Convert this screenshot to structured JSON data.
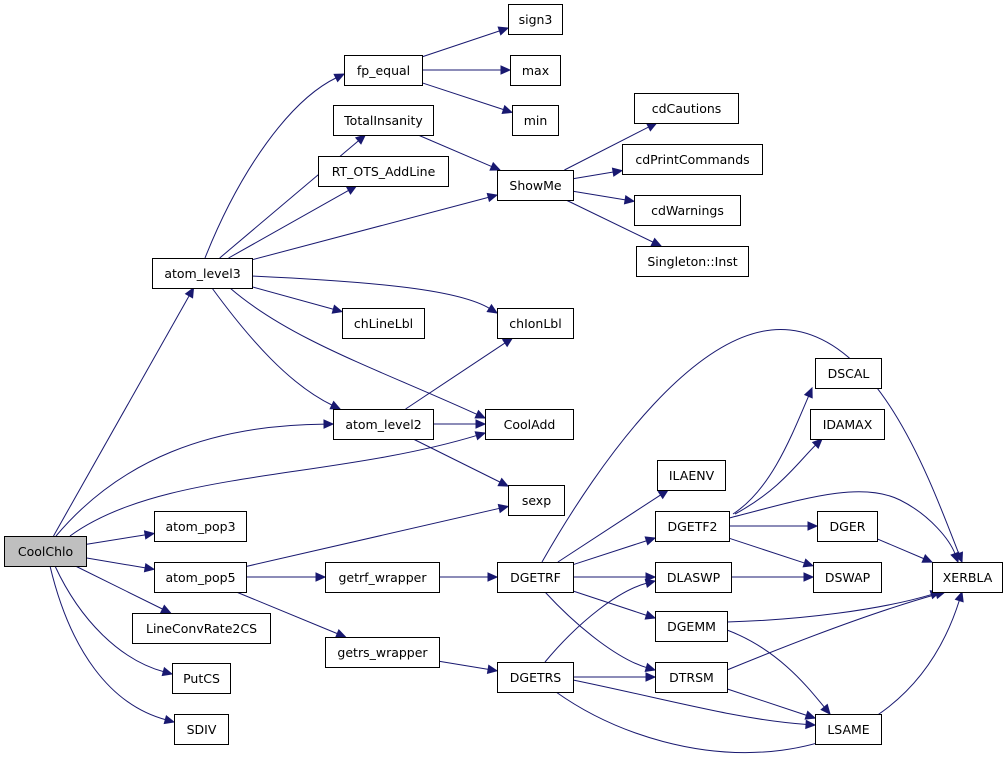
{
  "graph": {
    "nodes": [
      {
        "id": "CoolChlo",
        "label": "CoolChlo",
        "root": true
      },
      {
        "id": "atom_level3",
        "label": "atom_level3"
      },
      {
        "id": "atom_level2",
        "label": "atom_level2"
      },
      {
        "id": "atom_pop3",
        "label": "atom_pop3"
      },
      {
        "id": "atom_pop5",
        "label": "atom_pop5"
      },
      {
        "id": "LineConvRate2CS",
        "label": "LineConvRate2CS"
      },
      {
        "id": "PutCS",
        "label": "PutCS"
      },
      {
        "id": "SDIV",
        "label": "SDIV"
      },
      {
        "id": "fp_equal",
        "label": "fp_equal"
      },
      {
        "id": "TotalInsanity",
        "label": "TotalInsanity"
      },
      {
        "id": "RT_OTS_AddLine",
        "label": "RT_OTS_AddLine"
      },
      {
        "id": "ShowMe",
        "label": "ShowMe"
      },
      {
        "id": "chLineLbl",
        "label": "chLineLbl"
      },
      {
        "id": "chIonLbl",
        "label": "chIonLbl"
      },
      {
        "id": "CoolAdd",
        "label": "CoolAdd"
      },
      {
        "id": "sexp",
        "label": "sexp"
      },
      {
        "id": "sign3",
        "label": "sign3"
      },
      {
        "id": "max",
        "label": "max"
      },
      {
        "id": "min",
        "label": "min"
      },
      {
        "id": "cdCautions",
        "label": "cdCautions"
      },
      {
        "id": "cdPrintCommands",
        "label": "cdPrintCommands"
      },
      {
        "id": "cdWarnings",
        "label": "cdWarnings"
      },
      {
        "id": "Singleton_Inst",
        "label": "Singleton::Inst"
      },
      {
        "id": "getrf_wrapper",
        "label": "getrf_wrapper"
      },
      {
        "id": "getrs_wrapper",
        "label": "getrs_wrapper"
      },
      {
        "id": "DGETRF",
        "label": "DGETRF"
      },
      {
        "id": "DGETRS",
        "label": "DGETRS"
      },
      {
        "id": "ILAENV",
        "label": "ILAENV"
      },
      {
        "id": "DGETF2",
        "label": "DGETF2"
      },
      {
        "id": "DLASWP",
        "label": "DLASWP"
      },
      {
        "id": "DGEMM",
        "label": "DGEMM"
      },
      {
        "id": "DTRSM",
        "label": "DTRSM"
      },
      {
        "id": "DSCAL",
        "label": "DSCAL"
      },
      {
        "id": "IDAMAX",
        "label": "IDAMAX"
      },
      {
        "id": "DGER",
        "label": "DGER"
      },
      {
        "id": "DSWAP",
        "label": "DSWAP"
      },
      {
        "id": "LSAME",
        "label": "LSAME"
      },
      {
        "id": "XERBLA",
        "label": "XERBLA"
      }
    ],
    "edges": [
      [
        "CoolChlo",
        "atom_level3"
      ],
      [
        "CoolChlo",
        "atom_level2"
      ],
      [
        "CoolChlo",
        "CoolAdd"
      ],
      [
        "CoolChlo",
        "atom_pop3"
      ],
      [
        "CoolChlo",
        "atom_pop5"
      ],
      [
        "CoolChlo",
        "LineConvRate2CS"
      ],
      [
        "CoolChlo",
        "PutCS"
      ],
      [
        "CoolChlo",
        "SDIV"
      ],
      [
        "atom_level3",
        "fp_equal"
      ],
      [
        "atom_level3",
        "TotalInsanity"
      ],
      [
        "atom_level3",
        "RT_OTS_AddLine"
      ],
      [
        "atom_level3",
        "ShowMe"
      ],
      [
        "atom_level3",
        "chIonLbl"
      ],
      [
        "atom_level3",
        "chLineLbl"
      ],
      [
        "atom_level3",
        "atom_level2"
      ],
      [
        "atom_level3",
        "CoolAdd"
      ],
      [
        "fp_equal",
        "sign3"
      ],
      [
        "fp_equal",
        "max"
      ],
      [
        "fp_equal",
        "min"
      ],
      [
        "TotalInsanity",
        "ShowMe"
      ],
      [
        "ShowMe",
        "cdCautions"
      ],
      [
        "ShowMe",
        "cdPrintCommands"
      ],
      [
        "ShowMe",
        "cdWarnings"
      ],
      [
        "ShowMe",
        "Singleton_Inst"
      ],
      [
        "atom_level2",
        "chIonLbl"
      ],
      [
        "atom_level2",
        "CoolAdd"
      ],
      [
        "atom_level2",
        "sexp"
      ],
      [
        "atom_pop5",
        "sexp"
      ],
      [
        "atom_pop5",
        "getrf_wrapper"
      ],
      [
        "atom_pop5",
        "getrs_wrapper"
      ],
      [
        "getrf_wrapper",
        "DGETRF"
      ],
      [
        "getrs_wrapper",
        "DGETRS"
      ],
      [
        "DGETRF",
        "XERBLA"
      ],
      [
        "DGETRF",
        "ILAENV"
      ],
      [
        "DGETRF",
        "DGETF2"
      ],
      [
        "DGETRF",
        "DLASWP"
      ],
      [
        "DGETRF",
        "DGEMM"
      ],
      [
        "DGETRF",
        "DTRSM"
      ],
      [
        "DGETRS",
        "DLASWP"
      ],
      [
        "DGETRS",
        "DTRSM"
      ],
      [
        "DGETRS",
        "LSAME"
      ],
      [
        "DGETRS",
        "XERBLA"
      ],
      [
        "DGETF2",
        "DSCAL"
      ],
      [
        "DGETF2",
        "IDAMAX"
      ],
      [
        "DGETF2",
        "DGER"
      ],
      [
        "DGETF2",
        "DSWAP"
      ],
      [
        "DGETF2",
        "XERBLA"
      ],
      [
        "DLASWP",
        "DSWAP"
      ],
      [
        "DGEMM",
        "XERBLA"
      ],
      [
        "DGEMM",
        "LSAME"
      ],
      [
        "DTRSM",
        "XERBLA"
      ],
      [
        "DTRSM",
        "LSAME"
      ],
      [
        "DGER",
        "XERBLA"
      ]
    ]
  }
}
